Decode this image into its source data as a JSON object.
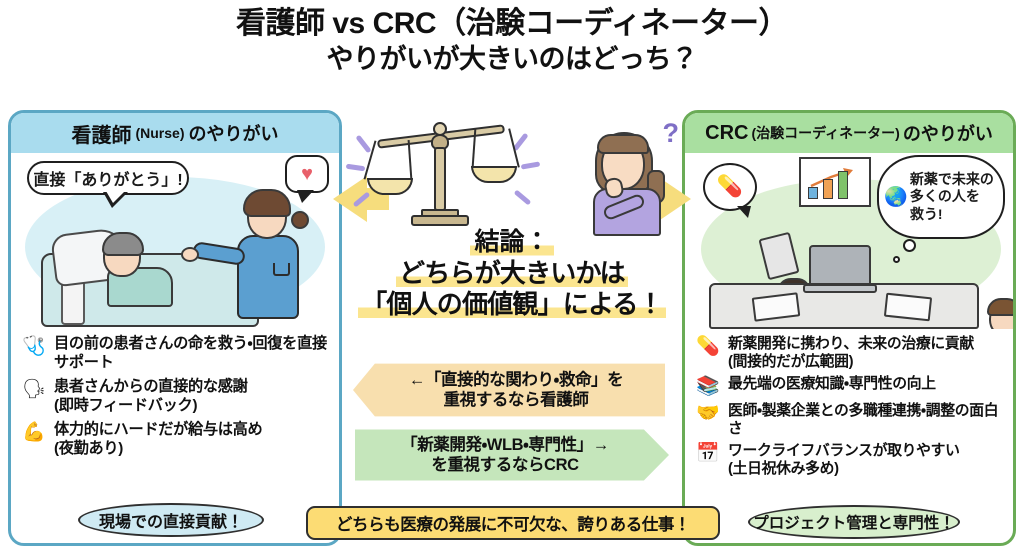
{
  "title": {
    "line1": "看護師 vs CRC（治験コーディネーター）",
    "line2": "やりがいが大きいのはどっち？"
  },
  "left_panel": {
    "header": {
      "main": "看護師",
      "sub": "(Nurse)",
      "tail": "のやりがい"
    },
    "speech_bubble": "直接「ありがとう」!",
    "heart_icon": "♥",
    "bullets": [
      {
        "icon": "🩺",
        "icon_name": "stethoscope-icon",
        "text": "目の前の患者さんの命を救う・回復を直接サポート"
      },
      {
        "icon": "🗣",
        "icon_name": "speaking-head-icon",
        "text": "患者さんからの直接的な感謝\n(即時フィードバック)"
      },
      {
        "icon": "💪",
        "icon_name": "flexed-biceps-icon",
        "text": "体力的にハードだが給与は高め\n(夜勤あり)"
      }
    ],
    "badge": "現場での直接貢献！"
  },
  "right_panel": {
    "header": {
      "main": "CRC",
      "sub": "(治験コーディネーター)",
      "tail": "のやりがい"
    },
    "pill_bubble_icon": "💊",
    "thought_bubble": {
      "globe_icon": "🌏",
      "text": "新薬で未来の\n多くの人を\n救う!"
    },
    "bullets": [
      {
        "icon": "💊",
        "icon_name": "pill-icon",
        "text": "新薬開発に携わり、未来の治療に貢献\n(間接的だが広範囲)"
      },
      {
        "icon": "📚",
        "icon_name": "books-icon",
        "text": "最先端の医療知識・専門性の向上"
      },
      {
        "icon": "🤝",
        "icon_name": "handshake-icon",
        "text": "医師・製薬企業との多職種連携・調整の面白さ"
      },
      {
        "icon": "📅",
        "icon_name": "calendar-icon",
        "text": "ワークライフバランスが取りやすい\n(土日祝休み多め)"
      }
    ],
    "badge": "プロジェクト管理と専門性！"
  },
  "center": {
    "question_mark": "?",
    "conclusion_label": "結論：",
    "conclusion_line1": "どちらが大きいかは",
    "conclusion_line2": "「個人の価値観」による！",
    "banner_orange": "←「直接的な関わり・救命」を\n重視するなら看護師",
    "banner_green": "「新薬開発・WLB・専門性」→\nを重視するならCRC",
    "bottom_badge": "どちらも医療の発展に不可欠な、誇りある仕事！"
  },
  "colors": {
    "nurse_accent": "#5ba7c4",
    "nurse_header_bg": "#a9dcee",
    "crc_accent": "#6aab56",
    "crc_header_bg": "#a9dfa0",
    "banner_orange_bg": "#f8dfae",
    "banner_green_bg": "#c5e6bb",
    "highlight_yellow": "#fbe58f",
    "center_badge_bg": "#fcdc74",
    "arrow_yellow": "#f6dd7d",
    "spark_purple": "#a99ae0"
  }
}
